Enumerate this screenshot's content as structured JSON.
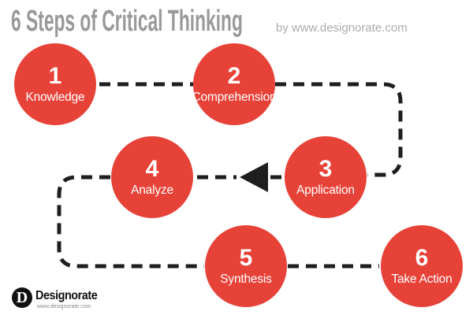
{
  "title": "6 Steps of Critical Thinking",
  "byline": "by www.designorate.com",
  "steps": [
    {
      "number": "1",
      "label": "Knowledge"
    },
    {
      "number": "2",
      "label": "Comprehension"
    },
    {
      "number": "3",
      "label": "Application"
    },
    {
      "number": "4",
      "label": "Analyze"
    },
    {
      "number": "5",
      "label": "Synthesis"
    },
    {
      "number": "6",
      "label": "Take Action"
    }
  ],
  "arrow": {
    "direction": "left",
    "between": "Application and Analyze"
  },
  "logo": {
    "letter": "D",
    "name": "Designorate",
    "url": "www.designorate.com"
  },
  "colors": {
    "circle_red": "#E74238",
    "title_gray": "#999999",
    "byline_gray": "#ACACAC",
    "line_black": "#1E1E1E",
    "text_white": "#FFFFFF"
  }
}
